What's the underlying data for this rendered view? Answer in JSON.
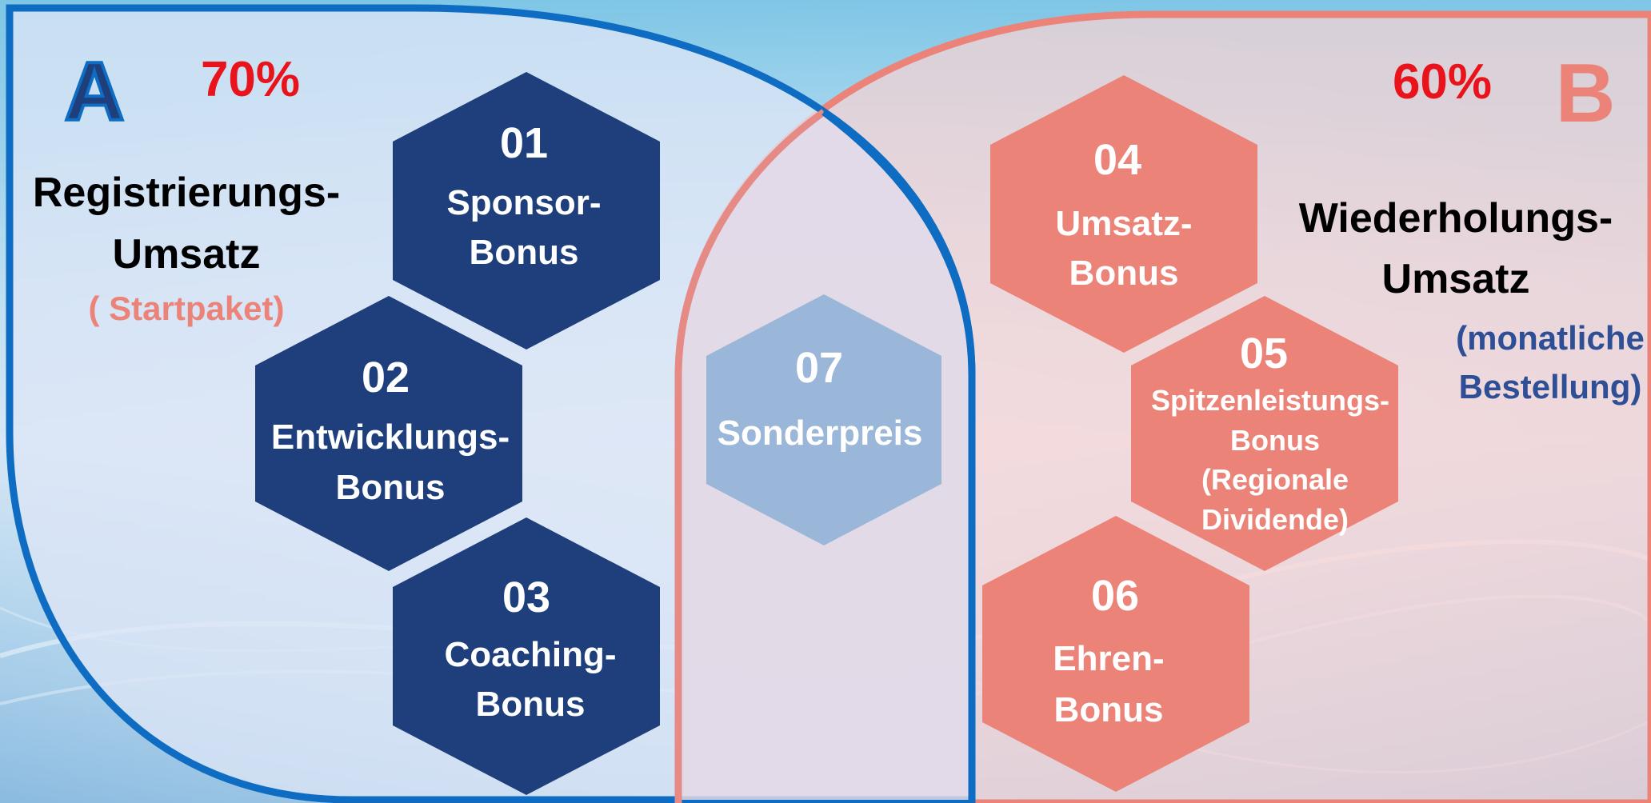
{
  "section_a": {
    "letter": "A",
    "percent": "70%",
    "title_line1": "Registrierungs-",
    "title_line2": "Umsatz",
    "subtitle": "( Startpaket)"
  },
  "section_b": {
    "letter": "B",
    "percent": "60%",
    "title_line1": "Wiederholungs-",
    "title_line2": "Umsatz",
    "subtitle_line1": "(monatliche",
    "subtitle_line2": "Bestellung)"
  },
  "colors": {
    "blue_outline": "#0e6dc2",
    "blue_hex": "#1e3f7c",
    "salmon": "#eb8378",
    "light_hex": "#9ab6d8",
    "red_percent": "#e8131b",
    "subtitle_blue": "#2e4f96"
  },
  "bonuses": [
    {
      "number": "01",
      "lines": [
        "Sponsor-",
        "Bonus"
      ]
    },
    {
      "number": "02",
      "lines": [
        "Entwicklungs-",
        "Bonus"
      ]
    },
    {
      "number": "03",
      "lines": [
        "Coaching-",
        "Bonus"
      ]
    },
    {
      "number": "04",
      "lines": [
        "Umsatz-",
        "Bonus"
      ]
    },
    {
      "number": "05",
      "lines": [
        "Spitzenleistungs-",
        "Bonus",
        "(Regionale",
        "Dividende)"
      ]
    },
    {
      "number": "06",
      "lines": [
        "Ehren-",
        "Bonus"
      ]
    },
    {
      "number": "07",
      "lines": [
        "Sonderpreis"
      ]
    }
  ]
}
